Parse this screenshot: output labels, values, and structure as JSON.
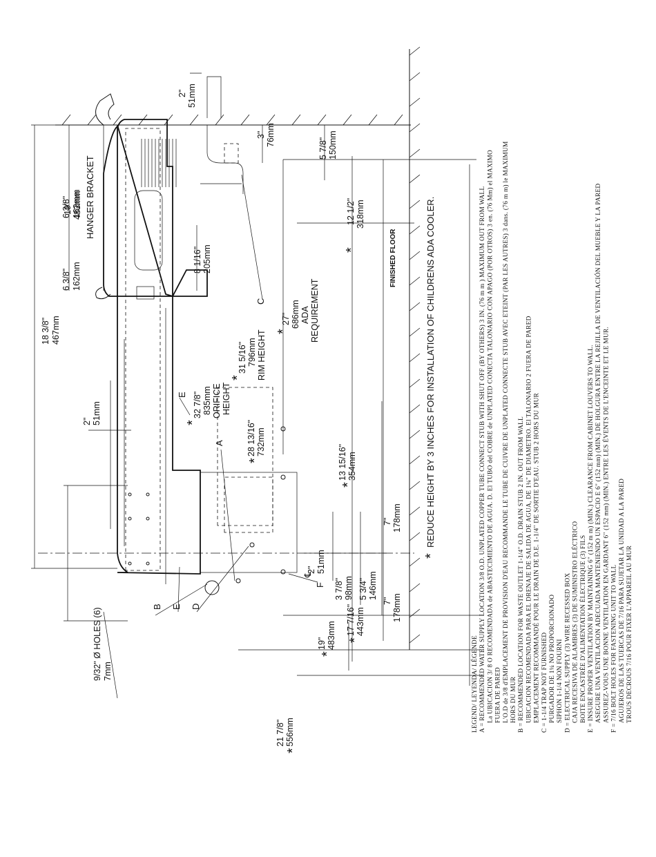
{
  "front_view": {
    "holes": "9/32\" Ø HOLES (6)",
    "holes_mm": "7mm",
    "w_total": "18 3/8\"",
    "w_total_mm": "467mm",
    "w_half_top": "6 3/8\"",
    "w_half_top_mm": "162mm",
    "w_half_bot": "6 3/8\"",
    "w_half_bot_mm": "162mm",
    "d_2": "2\"",
    "d_2_mm": "51mm",
    "d_3_78": "3 7/8\"",
    "d_3_78_mm": "98mm",
    "d_5_34": "5 3/4\"",
    "d_5_34_mm": "146mm",
    "d_7_top": "7\"",
    "d_7_top_mm": "178mm",
    "d_7_bot": "7\"",
    "d_7_bot_mm": "178mm",
    "h_13": "13 15/16\"",
    "h_13_mm": "354mm",
    "h_17": "17 7/16\"",
    "h_17_mm": "443mm",
    "h_19": "19\"",
    "h_19_mm": "483mm",
    "h_21": "21 7/8\"",
    "h_21_mm": "556mm",
    "h_28": "28 13/16\"",
    "h_28_mm": "732mm",
    "h_2": "2\"",
    "h_2_mm": "51mm",
    "centerline": "℄",
    "tag_a": "A",
    "tag_b": "B",
    "tag_d": "D",
    "tag_e1": "E",
    "tag_e2": "E",
    "tag_f": "F"
  },
  "side_view": {
    "top_2": "2\"",
    "top_2_mm": "51mm",
    "d_3": "3\"",
    "d_3_mm": "76mm",
    "d_5_78": "5 7/8\"",
    "d_5_78_mm": "150mm",
    "d_19": "19\"",
    "d_19_mm": "483mm",
    "hanger": "HANGER BRACKET",
    "tag_c": "C",
    "d_12": "12 1/2\"",
    "d_12_mm": "318mm",
    "d_8": "8 1/16\"",
    "d_8_mm": "205mm",
    "floor": "FINISHED FLOOR",
    "h_27": "27\"",
    "h_27_mm": "686mm",
    "h_27_ada": "ADA",
    "h_27_req": "REQUIREMENT",
    "h_31": "31 5/16\"",
    "h_31_mm": "796mm",
    "h_31_lbl": "RIM HEIGHT",
    "h_32": "32 7/8\"",
    "h_32_mm": "835mm",
    "h_32_l1": "ORIFICE",
    "h_32_l2": "HEIGHT"
  },
  "note": "REDUCE HEIGHT BY 3 INCHES FOR INSTALLATION OF CHILDRENS ADA COOLER.",
  "star": "*",
  "legend": [
    "LEGEND/ LEYENDA/ LÉGENDE",
    "A = RECOMMENDED WATER SUPPLY LOCATION 3/8 O.D. UNPLATED COPPER TUBE CONNECT STUB WITH SHUT OFF (BY OTHERS) 3 IN. (76 m m ) MAXIMUM OUT FROM WALL",
    "La UBICACION 3/ 8 O RECOMENDADA de ABASTECIMIENTO DE AGUA. D. El TUBO del COBRE de UNPLATED CONECTA TALONARIO CON APAGO (POR OTROS) 3 en. (76 Mm) el MAXIMO",
    "FUERA DE PARED",
    "L'O.D de 3/8 d'EMPLACEMENT DE PROVISION D'EAU RECOMMANDE LE TUBE DE CUIVRE DE UNPLATED CONNECTE STUB AVEC ETEINT (PAR LES AUTRES) 3 dans. (76 m m) le MAXIMUM",
    "HORS DU MUR",
    "B = RECOMMENDED LOCATION FOR WASTE OUTLET 1-1/4\" O.D. DRAIN STUB 2 IN. OUT FROM WALL",
    "UBICACION RECOMENDADA PARA EL DRENAJE DE SALIDA DE AGUA, DE 1¼\" DE DIAMETRO. El TALONARIO 2 FUERA DE PARED",
    "EMPLACEMENT RECOMMANDÉ POUR LE DRAIN DE D.E. 1-1/4\" DE SORTIE D'EAU. STUB 2 HORS DU MUR",
    "C = 1-1/4 TRAP NOT FURNISHED",
    "PURGADOR DE 1¼ NO PROPORCIONADO",
    "SIPHON 1-1/4  NON FOURNI",
    "D = ELECTRICAL SUPPLY (3) WIRE RECESSED BOX",
    "CAJA RECESIVA DE ALAMBRES (3) DE SUMINISTRO ELÉCTRICO",
    "BOITE ENCASTRÉE D'ALIMENTATION ÉLECTRIQUE (3) FILS",
    "E = INSURE PROPER VENTILATION BY MAINTAINING 6\" (152 m m) (MIN.) CLEARANCE FROM CABINET LOUVERS TO WALL.",
    "ASEGURE UNA VENTILACION ADECUADA MANTENIENDO UN ESPACIO E 6\" (152 mm) (MIN.) DE HOLGURA ENTRE LA REJILLA DE VENTILACIÓN DEL MUEBLE Y LA PARED",
    "ASSUREZ-VOUS UNE BONNE VENTILATION EN GARDANT 6\" (152 mm) (MIN.) ENTRE LES ÉVENTS DE L'ENCEINTE ET LE MUR.",
    "F = 7/16 BOLT HOLES FOR FASTENING UNIT TO WALL",
    "AGUJEROS DE LAS TUERCAS DE 7/16 PARA SUJETAR LA UNIDAD A LA PARED",
    "TROUS DECROUS 7/16 POUR FIXER L'APPAREIL AU MUR"
  ]
}
